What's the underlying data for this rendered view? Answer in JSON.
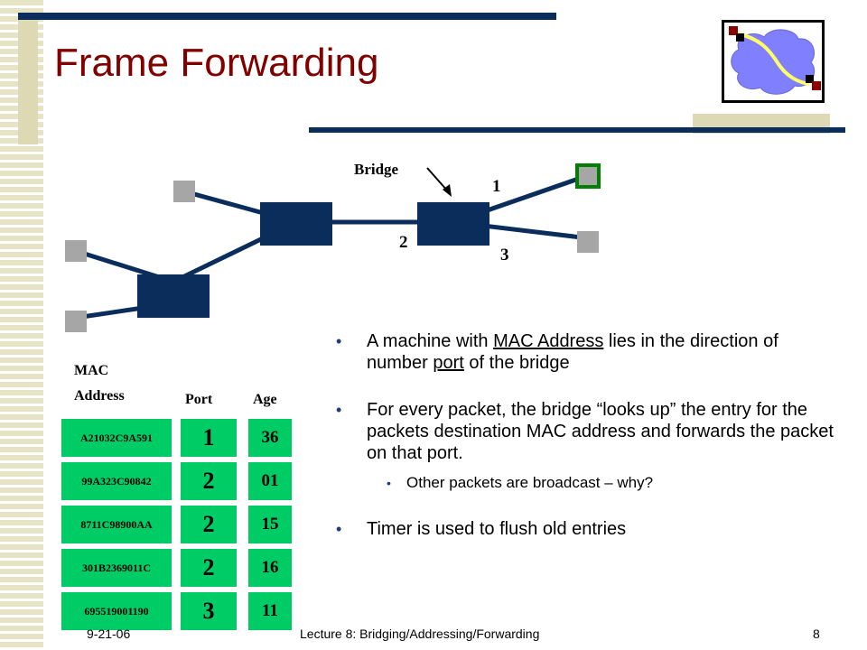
{
  "slide": {
    "title": "Frame Forwarding",
    "footer_left": "9-21-06",
    "footer_center": "Lecture 8: Bridging/Addressing/Forwarding",
    "footer_right": "8"
  },
  "diagram": {
    "bridge_label": "Bridge",
    "port_1": "1",
    "port_2": "2",
    "port_3": "3"
  },
  "bullets": {
    "b1_pre": "A machine with ",
    "b1_u1": "MAC Address",
    "b1_mid": " lies in the direction of number ",
    "b1_u2": "port",
    "b1_post": " of the bridge",
    "b2": "For every packet, the bridge “looks up” the entry for the packets destination MAC address and forwards the packet on that port.",
    "b2_sub": "Other packets are broadcast – why?",
    "b3": "Timer is used to flush old entries"
  },
  "table": {
    "header_mac_1": "MAC",
    "header_mac_2": "Address",
    "header_port": "Port",
    "header_age": "Age",
    "rows": [
      {
        "mac": "A21032C9A591",
        "port": "1",
        "age": "36"
      },
      {
        "mac": "99A323C90842",
        "port": "2",
        "age": "01"
      },
      {
        "mac": "8711C98900AA",
        "port": "2",
        "age": "15"
      },
      {
        "mac": "301B2369011C",
        "port": "2",
        "age": "16"
      },
      {
        "mac": "695519001190",
        "port": "3",
        "age": "11"
      }
    ]
  },
  "colors": {
    "title": "#800000",
    "navy": "#0b2d5b",
    "table_green": "#00cc66",
    "highlight_host": "#008000",
    "host_gray": "#a6a6a6"
  }
}
